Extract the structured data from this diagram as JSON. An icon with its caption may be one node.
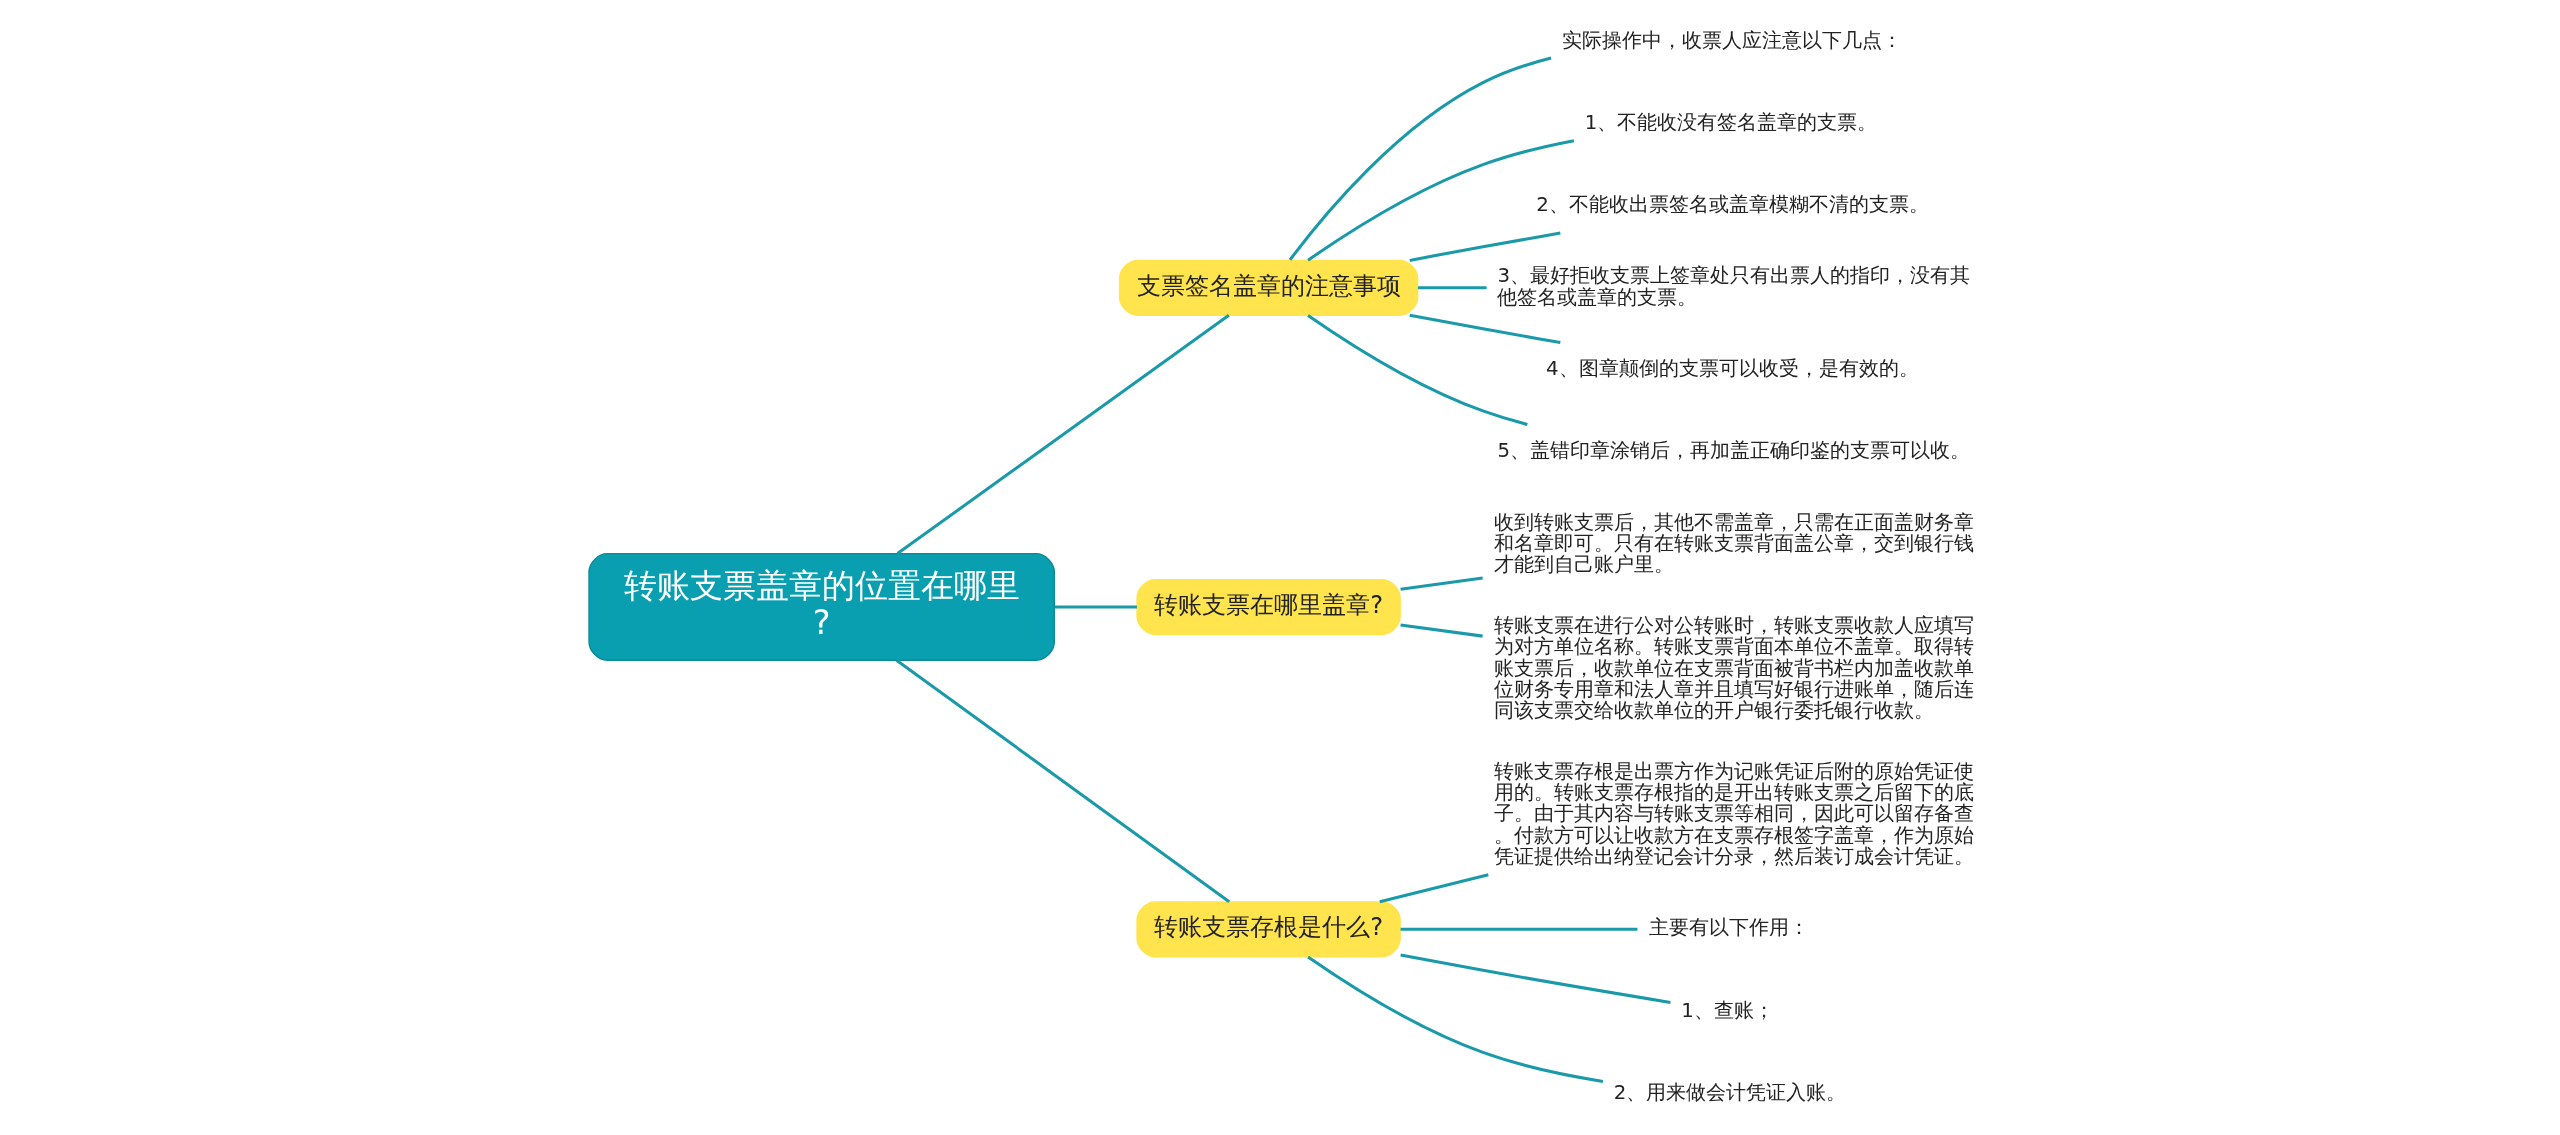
{
  "diagram": {
    "nodes": [
      {
        "text": [
          "转账支票盖章的位置在哪里?"
        ]
      },
      {
        "text": [
          "支票签名盖章的注意事项"
        ]
      },
      {
        "text": [
          "实际操作中，收票人应注意以下几点："
        ]
      },
      {
        "text": [
          "1、不能收没有签名盖章的支票。"
        ]
      },
      {
        "text": [
          "2、不能收出票签名或盖章模糊不清的支票。"
        ]
      },
      {
        "text": [
          "3、最好拒收支票上签章处只有出票人的指印，没有其他签名或盖章的支票。"
        ]
      },
      {
        "text": [
          "4、图章颠倒的支票可以收受，是有效的。"
        ]
      },
      {
        "text": [
          "5、盖错印章涂销后，再加盖正确印鉴的支票可以收。"
        ]
      },
      {
        "text": [
          "转账支票在哪里盖章?"
        ]
      },
      {
        "text": [
          "收到转账支票后，其他不需盖章，只需在正面盖财务章和名章即可。只有在转账支票背面盖公章，交到银行钱才能到自己账户里。"
        ]
      },
      {
        "text": [
          "转账支票在进行公对公转账时，转账支票收款人应填写为对方单位名称。转账支票背面本单位不盖章。取得转账支票后，收款单位在支票背面被背书栏内加盖收款单位财务专用章和法人章并且填写好银行进账单，随后连同该支票交给收款单位的开户银行委托银行收款。"
        ]
      },
      {
        "text": [
          "转账支票存根是什么?"
        ]
      },
      {
        "text": [
          "转账支票存根是出票方作为记账凭证后附的原始凭证使用的。转账支票存根指的是开出转账支票之后留下的底子。由于其内容与转账支票等相同，因此可以留存备查。付款方可以让收款方在支票存根签字盖章，作为原始凭证提供给出纳登记会计分录，然后装订成会计凭证。"
        ]
      },
      {
        "text": [
          "主要有以下作用："
        ]
      },
      {
        "text": [
          "1、查账；"
        ]
      },
      {
        "text": [
          "2、用来做会计凭证入账。"
        ]
      }
    ],
    "edges": [
      {
        "from": 0,
        "to": 1,
        "arrow": "none"
      },
      {
        "from": 1,
        "to": 2,
        "arrow": "none"
      },
      {
        "from": 1,
        "to": 3,
        "arrow": "none"
      },
      {
        "from": 1,
        "to": 4,
        "arrow": "none"
      },
      {
        "from": 1,
        "to": 5,
        "arrow": "none"
      },
      {
        "from": 1,
        "to": 6,
        "arrow": "none"
      },
      {
        "from": 1,
        "to": 7,
        "arrow": "none"
      },
      {
        "from": 0,
        "to": 8,
        "arrow": "none"
      },
      {
        "from": 8,
        "to": 9,
        "arrow": "none"
      },
      {
        "from": 8,
        "to": 10,
        "arrow": "none"
      },
      {
        "from": 0,
        "to": 11,
        "arrow": "none"
      },
      {
        "from": 11,
        "to": 12,
        "arrow": "none"
      },
      {
        "from": 11,
        "to": 13,
        "arrow": "none"
      },
      {
        "from": 11,
        "to": 14,
        "arrow": "none"
      },
      {
        "from": 11,
        "to": 15,
        "arrow": "none"
      }
    ]
  }
}
